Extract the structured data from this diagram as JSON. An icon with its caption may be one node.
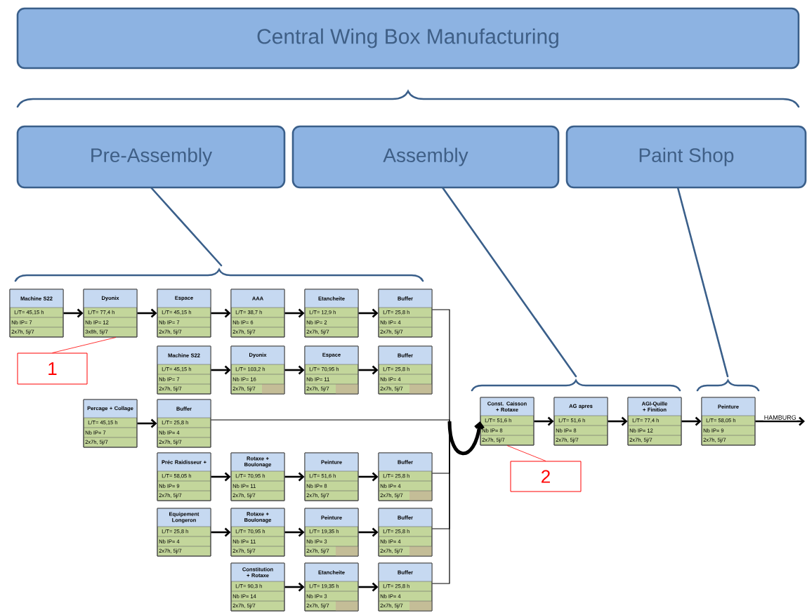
{
  "diagram": {
    "nodes": [
      {
        "text": [
          "Central Wing Box Manufacturing"
        ]
      },
      {
        "text": [
          "Pre-Assembly"
        ]
      },
      {
        "text": [
          "Assembly"
        ]
      },
      {
        "text": [
          "Paint Shop"
        ]
      },
      {
        "text": [
          "Machine S22",
          "L/T= 45,15 h",
          "Nb IP= 7",
          "2x7h, 5j/7"
        ]
      },
      {
        "text": [
          "Dyonix",
          "L/T= 77,4 h",
          "Nb IP= 12",
          "3x8h, 5j/7"
        ]
      },
      {
        "text": [
          "Espace",
          "L/T= 45,15 h",
          "Nb IP= 7",
          "2x7h, 5j/7"
        ]
      },
      {
        "text": [
          "AAA",
          "L/T= 38,7 h",
          "Nb IP= 6",
          "2x7h, 5j/7"
        ]
      },
      {
        "text": [
          "Etancheite",
          "L/T= 12,9 h",
          "Nb IP= 2",
          "2x7h, 5j/7"
        ]
      },
      {
        "text": [
          "Buffer",
          "L/T= 25,8 h",
          "Nb IP= 4",
          "2x7h, 5j/7"
        ]
      },
      {
        "text": [
          "Machine S22",
          "L/T= 45,15 h",
          "Nb IP= 7",
          "2x7h, 5j/7"
        ]
      },
      {
        "text": [
          "Dyonix",
          "L/T= 103,2 h",
          "Nb IP= 16",
          "2x7h, 5j/7"
        ]
      },
      {
        "text": [
          "Espace",
          "L/T= 70,95 h",
          "Nb IP= 11",
          "2x7h, 5j/7"
        ]
      },
      {
        "text": [
          "Buffer",
          "L/T= 25,8 h",
          "Nb IP= 4",
          "2x7h, 5j/7"
        ]
      },
      {
        "text": [
          "Percage + Collage",
          "L/T= 45,15 h",
          "Nb IP= 7",
          "2x7h, 5j/7"
        ]
      },
      {
        "text": [
          "Buffer",
          "L/T= 25,8 h",
          "Nb IP= 4",
          "2x7h, 5j/7"
        ]
      },
      {
        "text": [
          "Préc Raidisseur +",
          "L/T= 58,05 h",
          "Nb IP= 9",
          "2x7h, 5j/7"
        ]
      },
      {
        "text": [
          "Rotaxe + Boulonage",
          "L/T= 70,95 h",
          "Nb IP= 11",
          "2x7h, 5j/7"
        ]
      },
      {
        "text": [
          "Peinture",
          "L/T= 51,6 h",
          "Nb IP= 8",
          "2x7h, 5j/7"
        ]
      },
      {
        "text": [
          "Buffer",
          "L/T= 25,8 h",
          "Nb IP= 4",
          "2x7h, 5j/7"
        ]
      },
      {
        "text": [
          "Equipement Longeron",
          "L/T= 25,8 h",
          "Nb IP= 4",
          "2x7h, 5j/7"
        ]
      },
      {
        "text": [
          "Rotaxe + Boulonage",
          "L/T= 70,95 h",
          "Nb IP= 11",
          "2x7h, 5j/7"
        ]
      },
      {
        "text": [
          "Peinture",
          "L/T= 19,35 h",
          "Nb IP= 3",
          "2x7h, 5j/7"
        ]
      },
      {
        "text": [
          "Buffer",
          "L/T= 25,8 h",
          "Nb IP= 4",
          "2x7h, 5j/7"
        ]
      },
      {
        "text": [
          "Constitution + Rotaxe",
          "L/T= 90,3 h",
          "Nb IP= 14",
          "2x7h, 5j/7"
        ]
      },
      {
        "text": [
          "Etancheite",
          "L/T= 19,35 h",
          "Nb IP= 3",
          "2x7h, 5j/7"
        ]
      },
      {
        "text": [
          "Buffer",
          "L/T= 25,8 h",
          "Nb IP= 4",
          "2x7h, 5j/7"
        ]
      },
      {
        "text": [
          "Const. Caisson + Rotaxe",
          "L/T= 51,6 h",
          "Nb IP= 8",
          "2x7h, 5j/7"
        ]
      },
      {
        "text": [
          "AG apres",
          "L/T= 51,6 h",
          "Nb IP= 8",
          "2x7h, 5j/7"
        ]
      },
      {
        "text": [
          "AGI-Quille + Finition",
          "L/T= 77,4 h",
          "Nb IP= 12",
          "2x7h, 5j/7"
        ]
      },
      {
        "text": [
          "Peinture",
          "L/T= 58,05 h",
          "Nb IP= 9",
          "2x7h, 5j/7"
        ]
      },
      {
        "text": [
          "1"
        ]
      },
      {
        "text": [
          "2"
        ]
      }
    ],
    "edges": [
      {
        "from": 4,
        "to": 5,
        "arrow": "to"
      },
      {
        "from": 5,
        "to": 6,
        "arrow": "to"
      },
      {
        "from": 6,
        "to": 7,
        "arrow": "to"
      },
      {
        "from": 7,
        "to": 8,
        "arrow": "to"
      },
      {
        "from": 8,
        "to": 9,
        "arrow": "to"
      },
      {
        "from": 10,
        "to": 11,
        "arrow": "to"
      },
      {
        "from": 11,
        "to": 12,
        "arrow": "to"
      },
      {
        "from": 12,
        "to": 13,
        "arrow": "to"
      },
      {
        "from": 14,
        "to": 15,
        "arrow": "to"
      },
      {
        "from": 16,
        "to": 17,
        "arrow": "to"
      },
      {
        "from": 17,
        "to": 18,
        "arrow": "to"
      },
      {
        "from": 18,
        "to": 19,
        "arrow": "to"
      },
      {
        "from": 20,
        "to": 21,
        "arrow": "to"
      },
      {
        "from": 21,
        "to": 22,
        "arrow": "to"
      },
      {
        "from": 22,
        "to": 23,
        "arrow": "to"
      },
      {
        "from": 24,
        "to": 25,
        "arrow": "to"
      },
      {
        "from": 25,
        "to": 26,
        "arrow": "to"
      },
      {
        "from": 9,
        "to": 27,
        "arrow": "to"
      },
      {
        "from": 15,
        "to": 27,
        "arrow": "to"
      },
      {
        "from": 19,
        "to": 27,
        "arrow": "to"
      },
      {
        "from": 23,
        "to": 27,
        "arrow": "to"
      },
      {
        "from": 26,
        "to": 27,
        "arrow": "to"
      },
      {
        "from": 27,
        "to": 28,
        "arrow": "to"
      },
      {
        "from": 28,
        "to": 29,
        "arrow": "to"
      },
      {
        "from": 29,
        "to": 30,
        "arrow": "to"
      },
      {
        "from": 30,
        "to": null,
        "arrow": "to",
        "label": "HAMBURG"
      },
      {
        "from": 31,
        "to": 5,
        "arrow": "none",
        "color": "#ff0000"
      },
      {
        "from": 32,
        "to": 27,
        "arrow": "none",
        "color": "#ff0000"
      }
    ]
  }
}
